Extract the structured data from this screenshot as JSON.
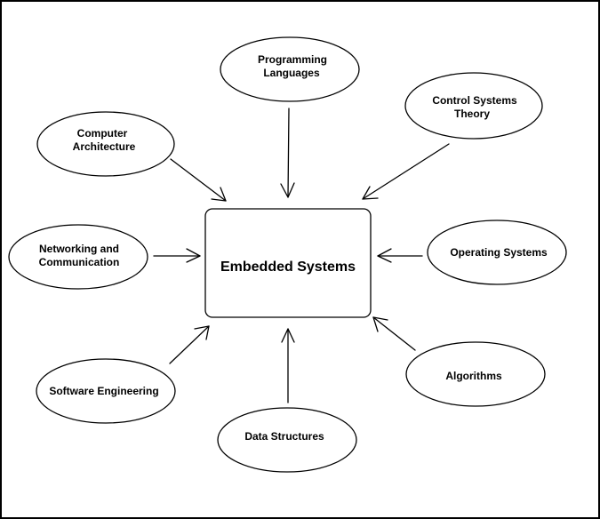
{
  "diagram": {
    "center": {
      "label": "Embedded Systems"
    },
    "nodes": [
      {
        "id": "programming-languages",
        "lines": [
          "Programming",
          "Languages"
        ]
      },
      {
        "id": "control-systems-theory",
        "lines": [
          "Control Systems",
          "Theory"
        ]
      },
      {
        "id": "computer-architecture",
        "lines": [
          "Computer",
          "Architecture"
        ]
      },
      {
        "id": "networking-and-communication",
        "lines": [
          "Networking and",
          "Communication"
        ]
      },
      {
        "id": "operating-systems",
        "lines": [
          "Operating Systems"
        ]
      },
      {
        "id": "software-engineering",
        "lines": [
          "Software Engineering"
        ]
      },
      {
        "id": "algorithms",
        "lines": [
          "Algorithms"
        ]
      },
      {
        "id": "data-structures",
        "lines": [
          "Data Structures"
        ]
      }
    ],
    "edges": [
      {
        "from": "programming-languages",
        "to": "center"
      },
      {
        "from": "control-systems-theory",
        "to": "center"
      },
      {
        "from": "computer-architecture",
        "to": "center"
      },
      {
        "from": "networking-and-communication",
        "to": "center"
      },
      {
        "from": "operating-systems",
        "to": "center"
      },
      {
        "from": "software-engineering",
        "to": "center"
      },
      {
        "from": "algorithms",
        "to": "center"
      },
      {
        "from": "data-structures",
        "to": "center"
      }
    ]
  }
}
